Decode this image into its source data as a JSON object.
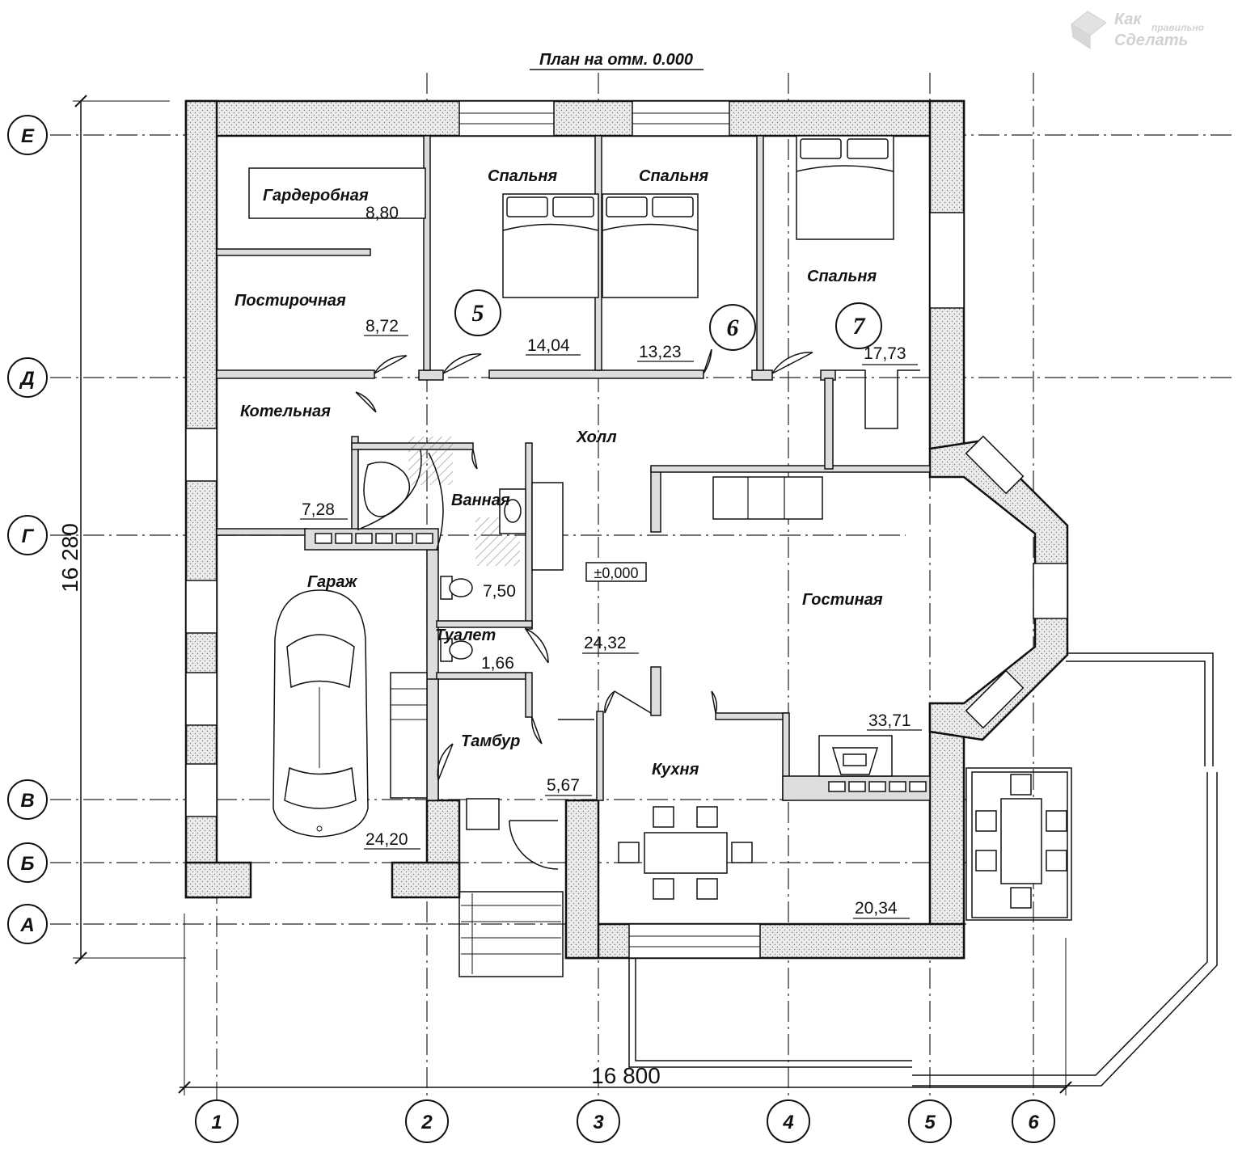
{
  "title": "План на отм. 0.000",
  "watermark": {
    "line1": "Как",
    "line2": "правильно",
    "line3": "Сделать"
  },
  "axes": {
    "rows": [
      "Е",
      "Д",
      "Г",
      "В",
      "Б",
      "А"
    ],
    "columns": [
      "1",
      "2",
      "3",
      "4",
      "5",
      "6"
    ]
  },
  "dimensions": {
    "height": "16 280",
    "width": "16 800"
  },
  "level_mark": "±0,000",
  "rooms": [
    {
      "name": "Гардеробная",
      "area": "8,80"
    },
    {
      "name": "Постирочная",
      "area": "8,72"
    },
    {
      "name": "Спальня",
      "area": "14,04"
    },
    {
      "name": "Спальня",
      "area": "13,23"
    },
    {
      "name": "Спальня",
      "area": "17,73"
    },
    {
      "name": "Котельная",
      "area": "7,28"
    },
    {
      "name": "Холл",
      "area": "24,32"
    },
    {
      "name": "Ванная",
      "area": "7,50"
    },
    {
      "name": "Туалет",
      "area": "1,66"
    },
    {
      "name": "Гараж",
      "area": "24,20"
    },
    {
      "name": "Тамбур",
      "area": "5,67"
    },
    {
      "name": "Гостиная",
      "area": "33,71"
    },
    {
      "name": "Кухня",
      "area": "20,34"
    }
  ],
  "room_markers": [
    "5",
    "6",
    "7"
  ]
}
